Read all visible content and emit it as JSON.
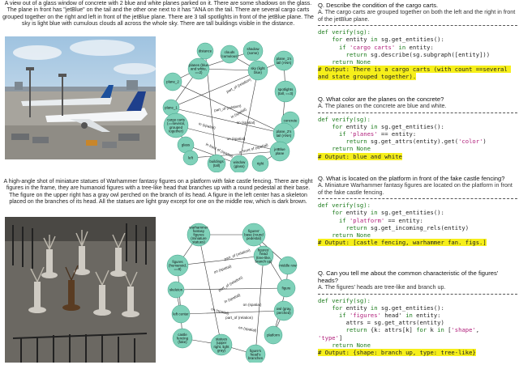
{
  "example1": {
    "caption": "A view out of a glass window of concrete with 2 blue and white planes parked on it. There are some shadows on the glass. The plane in front has \"jetBlue\" on the tail and the other one next to it has \"ANA on the tail. There are several cargo carts grouped together on the right and left in front of the jetBlue plane. There are 3 tall spotlights in front of the jetBlue plane. The sky is light blue with cumulous clouds all across the whole sky. There are tall buildings visible in the distance.",
    "nodes": [
      "planes (blue and white, ==2)",
      "clouds (cumulous)",
      "shadow (some)",
      "plane_1's tail (ANA)",
      "sky (light blue)",
      "distance",
      "plane_2",
      "spotlights (tall, ==3)",
      "plane_1",
      "concrete",
      "cargo carts (==several, grouped together)",
      "plane_2's tail (ANA)",
      "jetBlue plane",
      "glass",
      "left",
      "buildings (tall)",
      "window (glass)",
      "right"
    ],
    "edges": [
      "part_of (relation)",
      "part_of (relation)",
      "in (spatial)",
      "in (spatial)",
      "on (spatial)",
      "in front of (spatial)",
      "in front of (spatial)",
      "on (spatial)"
    ],
    "qa": [
      {
        "q": "Q. Describe the condition of the cargo carts.",
        "a": "A. The cargo carts are grouped together on both the left and the right in front of the jetBlue plane.",
        "code": [
          "def verify(sg):",
          "    for entity in sg.get_entities():",
          "      if 'cargo carts' in entity:",
          "        return sg.describe(sg.subgraph([entity]))",
          "    return None"
        ],
        "output": "# Output: There is a cargo carts (with count ==several and state grouped together)."
      },
      {
        "q": "Q. What color are the planes on the concrete?",
        "a": "A. The planes on the concrete are blue and white.",
        "code": [
          "def verify(sg):",
          "    for entity in sg.get_entities():",
          "      if 'planes' == entity:",
          "        return sg.get_attrs(entity).get('color')",
          "    return None"
        ],
        "output": "# Output: blue and white"
      }
    ]
  },
  "example2": {
    "caption": "A high-angle shot of miniature statues of Warhammer fantasy figures on a platform with fake castle fencing. There are eight figures in the frame, they are humanoid figures with a tree-like head that branches up with a round pedestal at their base. The figure on the upper right has a gray owl perched on the branch of its head. A figure in the left center has a skeleton placed on the branches of its head. All the statues are light gray except for one on the middle row, which is dark brown.",
    "nodes": [
      "warhammer fantasy figures (miniature statues)",
      "figures' base (round pedestal)",
      "figures' head (tree-like, branch up)",
      "figures (humanoid, ==8)",
      "skeleton",
      "middle row",
      "left center",
      "figure",
      "castle fencing (fake)",
      "owl (gray, perched)",
      "statues (upper right, light gray)",
      "platform",
      "figure's head's branches"
    ],
    "edges": [
      "on (spatial)",
      "part_of (relation)",
      "in (spatial)",
      "on (spatial)",
      "part_of (relation)",
      "on (spatial)",
      "part_of (relation)",
      "on (spatial)"
    ],
    "qa": [
      {
        "q": "Q. What is located on the platform in front of the fake castle fencing?",
        "a": "A. Miniature Warhammer fantasy figures are located on the platform in front of the fake castle fencing.",
        "code": [
          "def verify(sg):",
          "    for entity in sg.get_entities():",
          "      if 'platform' == entity:",
          "        return sg.get_incoming_rels(entity)",
          "    return None"
        ],
        "output": "# Output: [castle fencing, warhammer fan. figs.]"
      },
      {
        "q": "Q. Can you tell me about the common characteristic of the figures' heads?",
        "a": "A. The figures' heads are tree-like and branch up.",
        "code": [
          "def verify(sg):",
          "    for entity in sg.get_entities():",
          "      if 'figures' head' in entity:",
          "        attrs = sg.get_attrs(entity)",
          "        return {k: attrs[k] for k in ['shape',",
          "'type']",
          "    return None"
        ],
        "output": "# Output: {shape: branch up, type: tree-like}"
      }
    ]
  },
  "colors": {
    "node": "#7fd1b9",
    "node_stroke": "#3f9e86",
    "highlight": "#f6ef1a",
    "keyword": "#1a7a1a",
    "string": "#b01e7a"
  }
}
